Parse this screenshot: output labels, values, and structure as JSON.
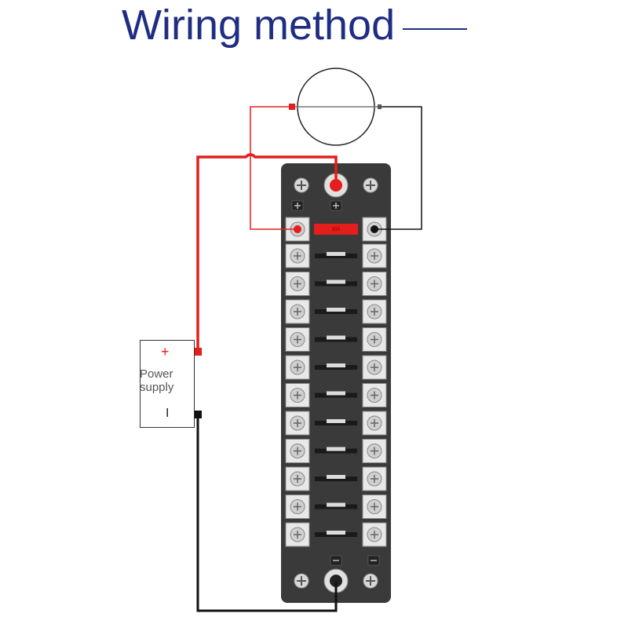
{
  "title": "Wiring method",
  "power_supply": {
    "plus_symbol": "+",
    "label": "Power supply",
    "minus_symbol": "I"
  },
  "fuse_block": {
    "positive_fuse_rating": "30A",
    "branch_fuse_rows": 11
  },
  "colors": {
    "title": "#1f2d82",
    "positive_wire": "#e41d1d",
    "negative_wire": "#111111",
    "block_body": "#3a3a3a"
  }
}
